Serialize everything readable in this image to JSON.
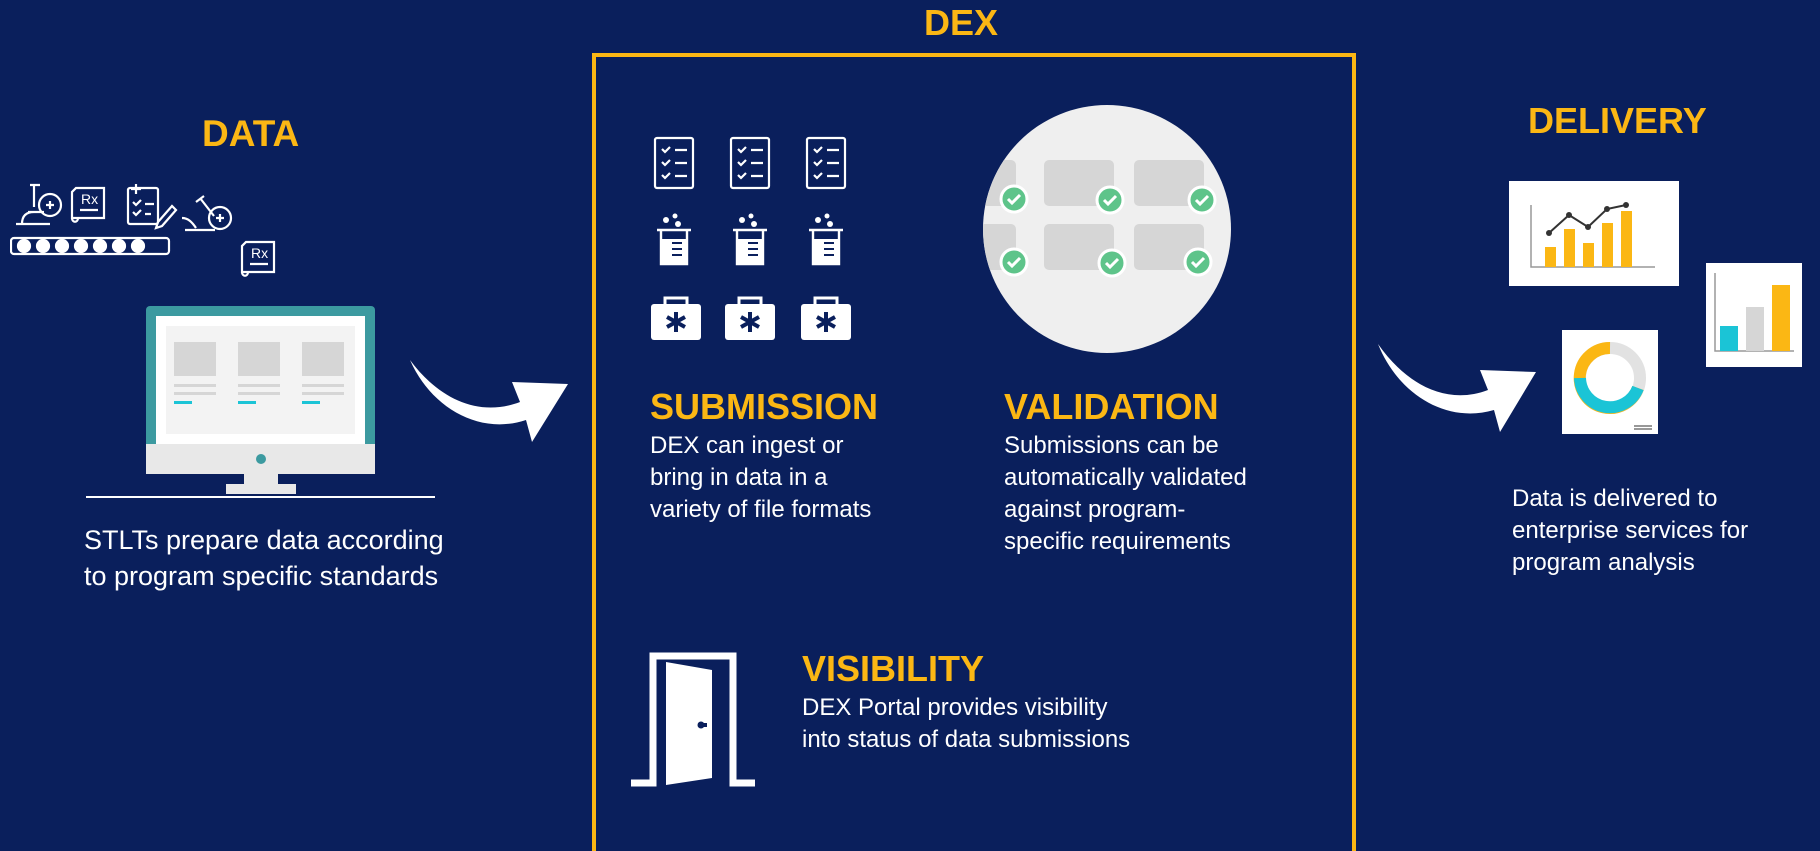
{
  "colors": {
    "background": "#0a1f5c",
    "accent": "#fbb714",
    "text": "#ffffff",
    "cyan": "#1bc4d6",
    "teal": "#3c9aa0",
    "check_green": "#5ec48a",
    "panel_gray": "#d6d6d6"
  },
  "dex": {
    "title": "DEX"
  },
  "data_section": {
    "title": "DATA",
    "description": "STLTs prepare data according\nto program specific standards"
  },
  "submission": {
    "title": "SUBMISSION",
    "description": "DEX can ingest or\nbring in data in a\nvariety  of file formats"
  },
  "validation": {
    "title": "VALIDATION",
    "description": "Submissions can be\nautomatically validated\nagainst program-\nspecific requirements"
  },
  "visibility": {
    "title": "VISIBILITY",
    "description": "DEX Portal provides  visibility\ninto status of data submissions"
  },
  "delivery": {
    "title": "DELIVERY",
    "description": "Data is delivered  to\nenterprise  services for\nprogram  analysis"
  },
  "icons": [
    "microscope-icon",
    "prescription-icon",
    "medical-checklist-icon",
    "microscope-icon",
    "prescription-icon",
    "conveyor-belt-icon",
    "monitor-icon",
    "checklist-icon",
    "beaker-icon",
    "medical-kit-icon",
    "validation-checks-icon",
    "door-icon",
    "line-bar-chart-icon",
    "donut-chart-icon",
    "bar-chart-icon",
    "arrow-icon"
  ]
}
